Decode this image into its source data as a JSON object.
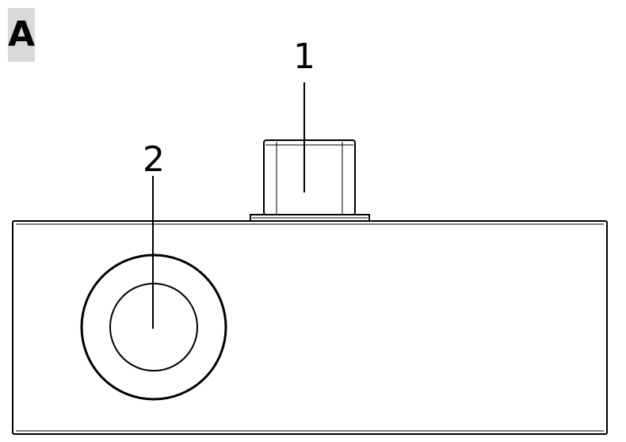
{
  "panel_label": "A",
  "callouts": [
    {
      "id": "1",
      "label": "1",
      "part": "top-fitting"
    },
    {
      "id": "2",
      "label": "2",
      "part": "side-port"
    }
  ],
  "colors": {
    "line": "#000000",
    "label_background": "#d9d9d9",
    "background": "#ffffff"
  }
}
